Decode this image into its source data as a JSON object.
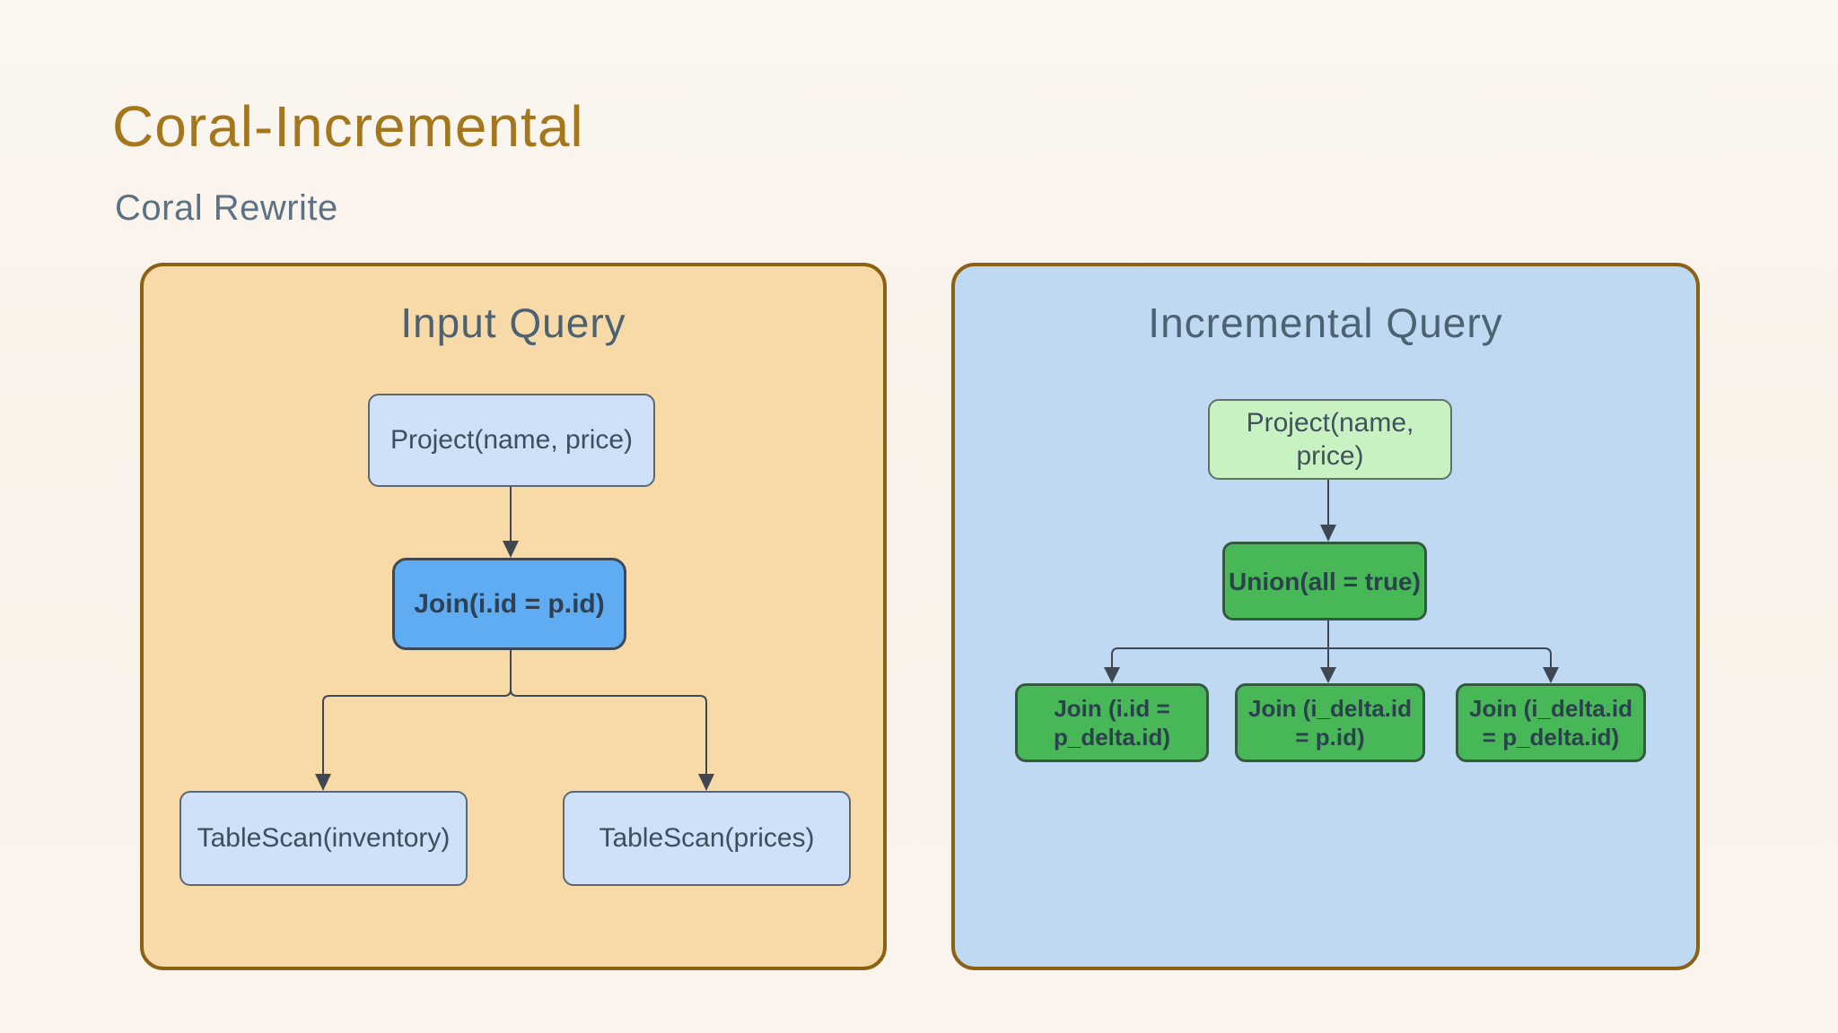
{
  "page": {
    "title": "Coral-Incremental",
    "subtitle": "Coral Rewrite"
  },
  "panels": [
    {
      "id": "input-query",
      "title": "Input Query",
      "nodes": [
        {
          "id": "project",
          "label": "Project(name, price)",
          "style": "light-blue"
        },
        {
          "id": "join",
          "label": "Join(i.id = p.id)",
          "style": "blue"
        },
        {
          "id": "tablescan-inventory",
          "label": "TableScan(inventory)",
          "style": "light-blue"
        },
        {
          "id": "tablescan-prices",
          "label": "TableScan(prices)",
          "style": "light-blue"
        }
      ],
      "edges": [
        {
          "from": "project",
          "to": "join"
        },
        {
          "from": "join",
          "to": "tablescan-inventory"
        },
        {
          "from": "join",
          "to": "tablescan-prices"
        }
      ]
    },
    {
      "id": "incremental-query",
      "title": "Incremental Query",
      "nodes": [
        {
          "id": "project",
          "label": "Project(name, price)",
          "style": "light-green"
        },
        {
          "id": "union",
          "label": "Union(all = true)",
          "style": "green"
        },
        {
          "id": "join-1",
          "label": "Join (i.id =\np_delta.id)",
          "style": "green"
        },
        {
          "id": "join-2",
          "label": "Join (i_delta.id\n= p.id)",
          "style": "green"
        },
        {
          "id": "join-3",
          "label": "Join (i_delta.id\n= p_delta.id)",
          "style": "green"
        }
      ],
      "edges": [
        {
          "from": "project",
          "to": "union"
        },
        {
          "from": "union",
          "to": "join-1"
        },
        {
          "from": "union",
          "to": "join-2"
        },
        {
          "from": "union",
          "to": "join-3"
        }
      ]
    }
  ],
  "colors": {
    "page_background": "#FAF4EC",
    "title_text": "#A5771C",
    "subtitle_text": "#5C7184",
    "panel_border": "#8B6114",
    "input_panel_background": "#F8DAA8",
    "incremental_panel_background": "#BFD9F2",
    "panel_title_text": "#4C6273",
    "light_blue_node": "#CFE1F8",
    "blue_node": "#5FACF2",
    "light_green_node": "#C9F2C2",
    "green_node": "#47B757",
    "connector_line": "#3E4752"
  }
}
